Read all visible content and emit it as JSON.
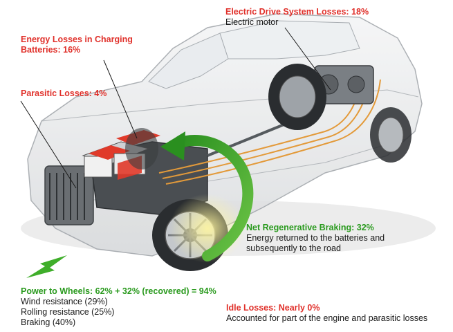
{
  "colors": {
    "loss_red": "#e0302a",
    "regen_green": "#2a9a1e",
    "arrow_green": "#3fae2a",
    "battery_red": "#e03a2a",
    "wire_orange": "#e39a3a"
  },
  "labels": {
    "electric_drive": {
      "title": "Electric Drive System Losses: 18%",
      "sub": "Electric motor"
    },
    "charging": {
      "title_line1": "Energy Losses in Charging",
      "title_line2": "Batteries: 16%"
    },
    "parasitic": {
      "title": "Parasitic Losses: 4%"
    },
    "regen": {
      "title": "Net Regenerative Braking: 32%",
      "sub_line1": "Energy returned to the batteries and",
      "sub_line2": "subsequently to the road"
    },
    "power_wheels": {
      "title": "Power to Wheels: 62% + 32% (recovered) = 94%",
      "items": [
        "Wind resistance (29%)",
        "Rolling resistance (25%)",
        "Braking (40%)"
      ]
    },
    "idle": {
      "title": "Idle Losses: Nearly 0%",
      "sub": "Accounted for part of the engine and parasitic losses"
    }
  },
  "illustration": {
    "subject": "transparent-electric-car",
    "icons": [
      "regen-arrow-icon",
      "power-arrow-icon"
    ]
  }
}
